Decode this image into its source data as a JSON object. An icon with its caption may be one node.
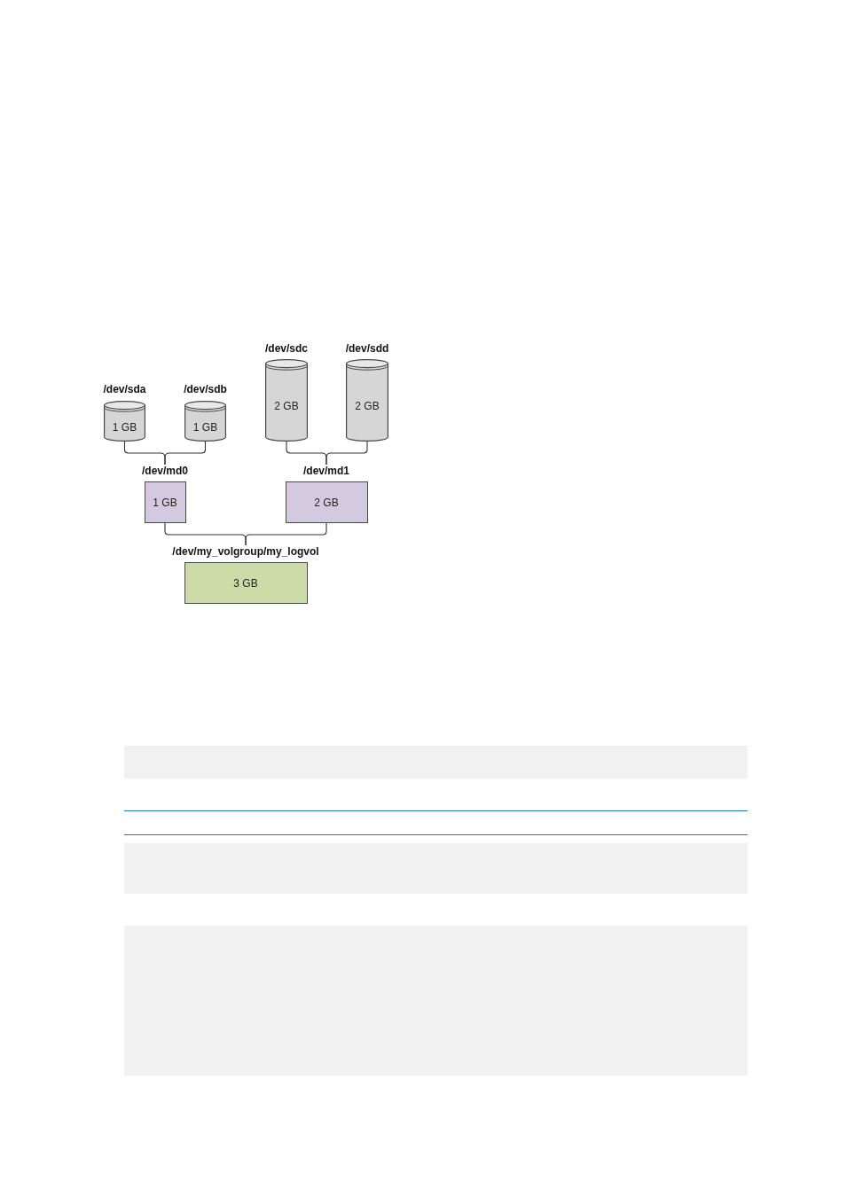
{
  "diagram": {
    "nodes": [
      {
        "text": [
          "/dev/sda",
          "1 GB"
        ]
      },
      {
        "text": [
          "/dev/sdb",
          "1 GB"
        ]
      },
      {
        "text": [
          "/dev/sdc",
          "2 GB"
        ]
      },
      {
        "text": [
          "/dev/sdd",
          "2 GB"
        ]
      },
      {
        "text": [
          "/dev/md0",
          "1 GB"
        ]
      },
      {
        "text": [
          "/dev/md1",
          "2 GB"
        ]
      },
      {
        "text": [
          "/dev/my_volgroup/my_logvol",
          "3 GB"
        ]
      },
      {
        "text": [],
        "shape": "box"
      },
      {
        "text": [],
        "shape": "box"
      },
      {
        "text": [],
        "shape": "box"
      }
    ],
    "edges": [
      {
        "from": 0,
        "to": 4,
        "arrow": "none"
      },
      {
        "from": 1,
        "to": 4,
        "arrow": "none"
      },
      {
        "from": 2,
        "to": 5,
        "arrow": "none"
      },
      {
        "from": 3,
        "to": 5,
        "arrow": "none"
      },
      {
        "from": 4,
        "to": 6,
        "arrow": "none"
      },
      {
        "from": 5,
        "to": 6,
        "arrow": "none"
      }
    ]
  }
}
